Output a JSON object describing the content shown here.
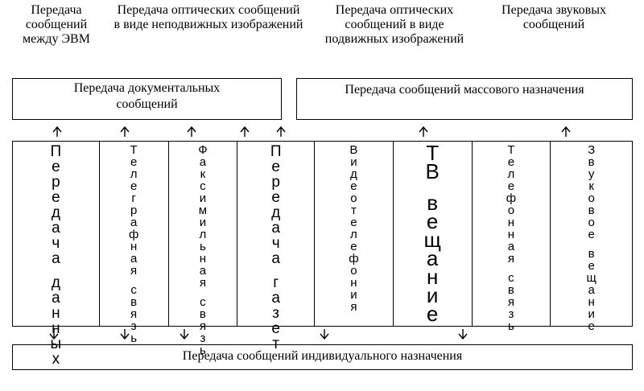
{
  "top_labels": [
    {
      "id": "computer",
      "text": "Передача сообщений между ЭВМ"
    },
    {
      "id": "static-images",
      "text": "Передача оптических сообщений в виде неподвижных изображений"
    },
    {
      "id": "moving-images",
      "text": "Передача оптических сообщений в виде подвижных изображений"
    },
    {
      "id": "audio",
      "text": "Передача звуковых сообщений"
    }
  ],
  "boxes": {
    "documentary": "Передача документальных сообщений",
    "mass": "Передача сообщений массового назначения",
    "individual": "Передача сообщений индивидуального назначения"
  },
  "services": [
    {
      "id": "data-transfer",
      "text": "Передача данных"
    },
    {
      "id": "telegraph",
      "text": "Телеграфная связь"
    },
    {
      "id": "facsimile",
      "text": "Факсимильная связь"
    },
    {
      "id": "newspaper",
      "text": "Передача газет"
    },
    {
      "id": "videophone",
      "text": "Видеотелефония"
    },
    {
      "id": "tv-broadcasting",
      "text": "ТВ вещание"
    },
    {
      "id": "telephone",
      "text": "Телефонная связь"
    },
    {
      "id": "sound-broadcasting",
      "text": "Звуковое вещание"
    }
  ],
  "icons": {
    "up": "arrow-up-icon",
    "down": "arrow-down-icon"
  }
}
